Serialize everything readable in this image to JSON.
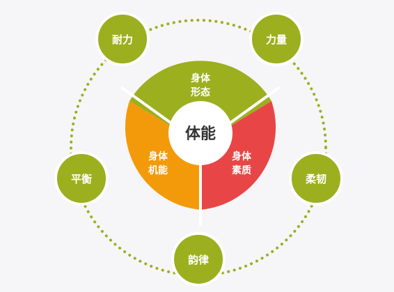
{
  "center": {
    "label": "体能"
  },
  "segments": {
    "top": {
      "line1": "身体",
      "line2": "形态",
      "color": "#9caf1f"
    },
    "left": {
      "line1": "身体",
      "line2": "机能",
      "color": "#f39a0a"
    },
    "right": {
      "line1": "身体",
      "line2": "素质",
      "color": "#e84646"
    }
  },
  "outer_nodes": {
    "endurance": {
      "label": "耐力"
    },
    "strength": {
      "label": "力量"
    },
    "balance": {
      "label": "平衡"
    },
    "flexibility": {
      "label": "柔韧"
    },
    "rhythm": {
      "label": "韵律"
    }
  },
  "colors": {
    "node_fill": "#9caf1f",
    "node_border": "#ffffff",
    "dot_ring": "#9caf1f",
    "center_fill": "#ffffff",
    "center_text": "#333333",
    "segment_text": "#ffffff",
    "background": "#f6f5f7"
  }
}
